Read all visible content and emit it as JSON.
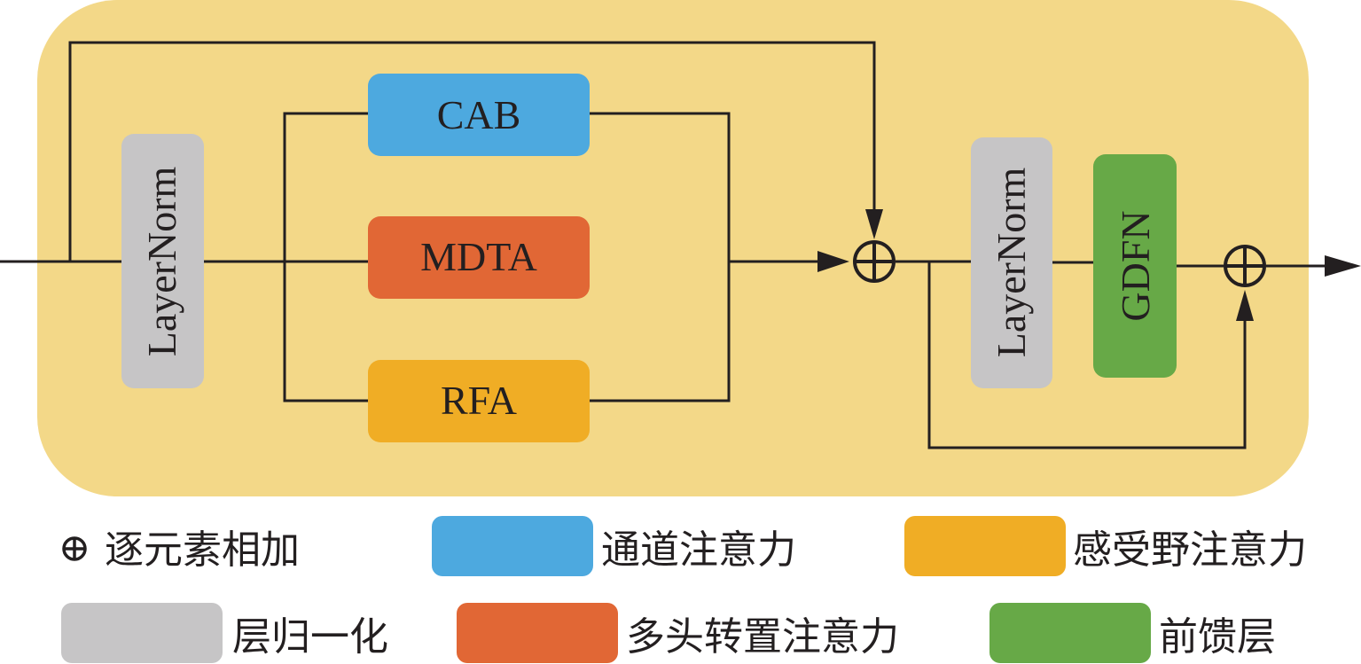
{
  "diagram": {
    "colors": {
      "container": "#f3d888",
      "cab": "#4da9df",
      "mdta": "#e16735",
      "rfa": "#f0ad25",
      "layernorm": "#c6c5c6",
      "gdfn": "#67a947",
      "line": "#231f20"
    },
    "blocks": {
      "layernorm1": "LayerNorm",
      "cab": "CAB",
      "mdta": "MDTA",
      "rfa": "RFA",
      "layernorm2": "LayerNorm",
      "gdfn": "GDFN"
    },
    "symbols": {
      "add": "⊕"
    }
  },
  "legend": {
    "add_symbol": "⊕",
    "add_label": "逐元素相加",
    "items": [
      {
        "label": "通道注意力",
        "color": "#4da9df"
      },
      {
        "label": "感受野注意力",
        "color": "#f0ad25"
      },
      {
        "label": "层归一化",
        "color": "#c6c5c6"
      },
      {
        "label": "多头转置注意力",
        "color": "#e16735"
      },
      {
        "label": "前馈层",
        "color": "#67a947"
      }
    ]
  }
}
